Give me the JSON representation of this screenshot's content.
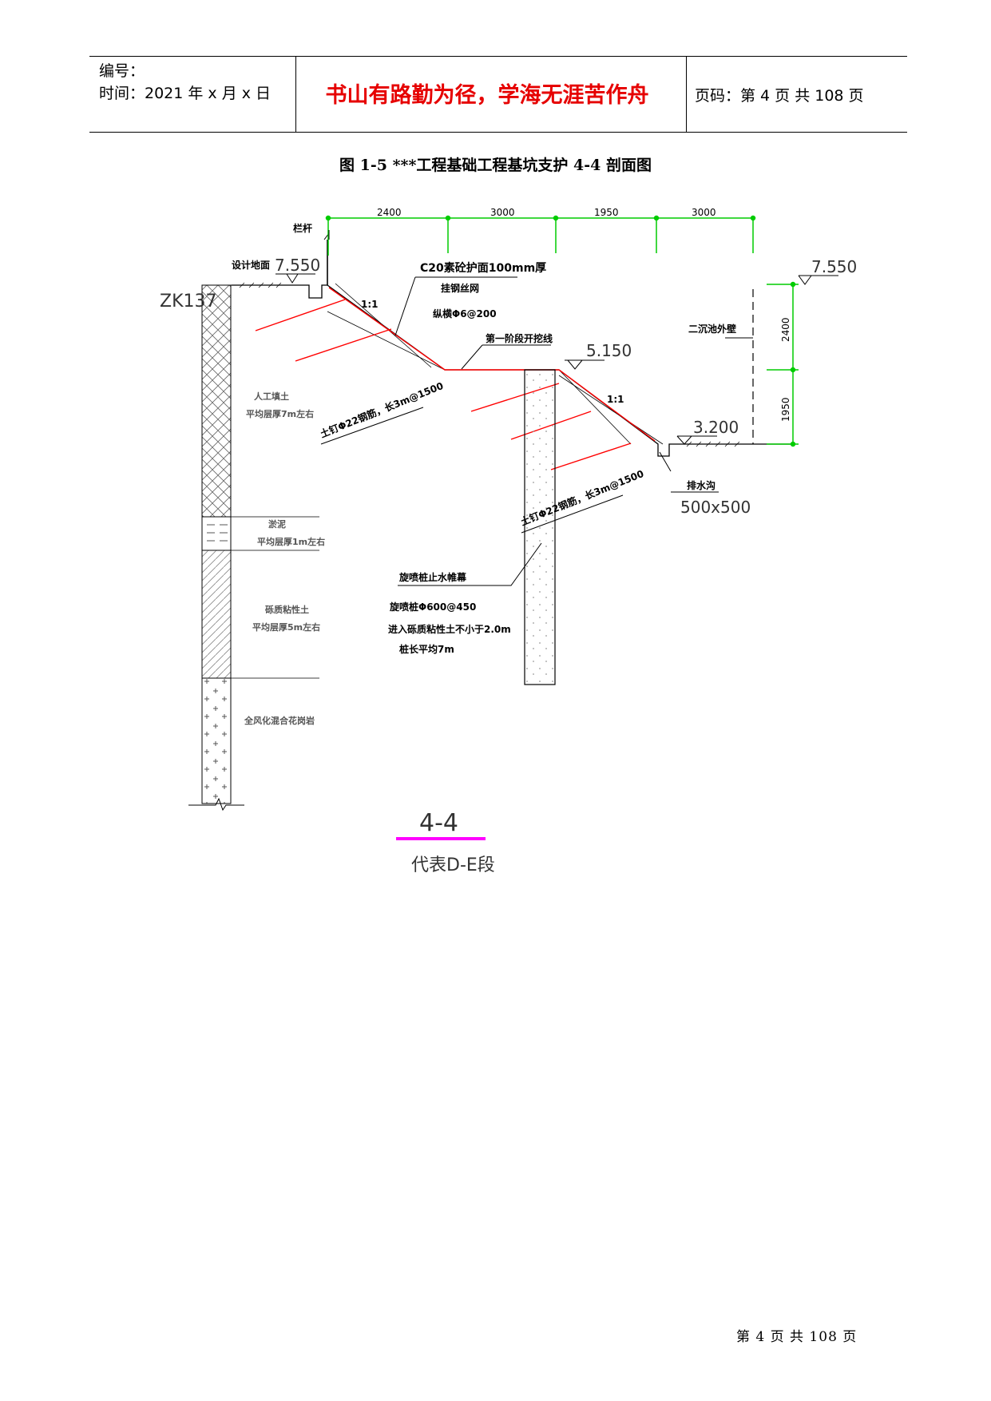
{
  "header": {
    "number_label": "编号：",
    "date_label": "时间：2021 年 x 月 x 日",
    "motto": "书山有路勤为径，学海无涯苦作舟",
    "page_info": "页码：第 4 页  共 108 页"
  },
  "caption": "图 1-5 ***工程基础工程基坑支护 4-4 剖面图",
  "drawing": {
    "dims_top": [
      "2400",
      "3000",
      "1950",
      "3000"
    ],
    "dims_right": [
      "2400",
      "1950"
    ],
    "railing": "栏杆",
    "design_ground": "设计地面",
    "elev_top_left": "7.550",
    "elev_top_right": "7.550",
    "elev_mid": "5.150",
    "elev_low": "3.200",
    "borehole": "ZK137",
    "facing_line1": "C20素砼护面100mm厚",
    "facing_line2": "挂钢丝网",
    "facing_line3": "纵横Φ6@200",
    "first_stage": "第一阶段开挖线",
    "slope_ratio": "1:1",
    "nail_upper": "土钉Φ22钢筋，长3m@1500",
    "nail_lower": "土钉Φ22钢筋，长3m@1500",
    "outer_wall": "二沉池外壁",
    "drain": "排水沟",
    "drain_size": "500x500",
    "jet_title": "旋喷桩止水帷幕",
    "jet_spec": "旋喷桩Φ600@450",
    "jet_embed": "进入砾质粘性土不小于2.0m",
    "jet_length": "桩长平均7m",
    "soil_fill": "人工填土",
    "soil_fill_thk": "平均层厚7m左右",
    "soil_silt": "淤泥",
    "soil_silt_thk": "平均层厚1m左右",
    "soil_clay": "砾质粘性土",
    "soil_clay_thk": "平均层厚5m左右",
    "soil_rock": "全风化混合花岗岩",
    "section_id": "4-4",
    "section_desc": "代表D-E段"
  },
  "colors": {
    "motto": "#e60000",
    "nails": "#ff0000",
    "dims": "#00cc00",
    "section_bar": "#ff00ff"
  },
  "footer": "第 4 页 共 108 页"
}
